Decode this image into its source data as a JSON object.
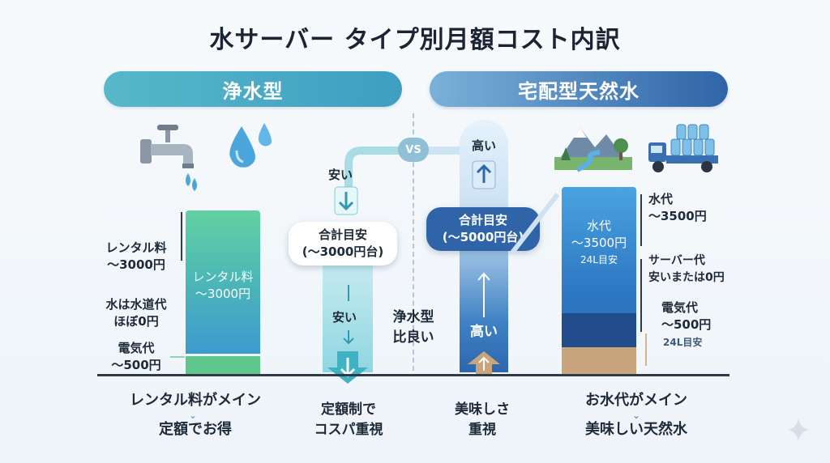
{
  "title": "水サーバー タイプ別月額コスト内訳",
  "left": {
    "header": "浄水型",
    "bar": {
      "label": "レンタル料\n〜3000円"
    },
    "side_labels": {
      "rental": "レンタル料\n〜3000円",
      "water": "水は水道代\nほぼ0円",
      "electric": "電気代\n〜500円"
    },
    "cheap_top": "安い",
    "cheap_mid": "安い",
    "bubble": "合計目安\n(〜3000円台)",
    "bottom": {
      "main": "レンタル料がメイン",
      "sub": "定額でお得"
    },
    "arrow_caption": "定額制で\nコスパ重視"
  },
  "vs": "VS",
  "middle_note": "浄水型\n比良い",
  "right": {
    "header": "宅配型天然水",
    "tall_top": "高い",
    "tall_mid": "高い",
    "bubble": "合計目安\n(〜5000円台)",
    "bar": {
      "label": "水代\n〜3500円",
      "sub": "24L目安"
    },
    "side_labels": {
      "water": "水代\n〜3500円",
      "server": "サーバー代\n安いまたは0円",
      "electric": "電気代\n〜500円",
      "electric_sub": "24L目安"
    },
    "arrow_caption": "美味しさ\n重視",
    "bottom": {
      "main": "お水代がメイン",
      "sub": "美味しい天然水"
    }
  },
  "icons": [
    "faucet-icon",
    "water-drops-icon",
    "mountain-river-icon",
    "delivery-truck-icon",
    "sparkle-icon"
  ],
  "colors": {
    "accent_teal": "#3f9ec2",
    "accent_blue": "#2f64a8",
    "electric_green": "#5fc78d",
    "electric_tan": "#c9a57e"
  }
}
